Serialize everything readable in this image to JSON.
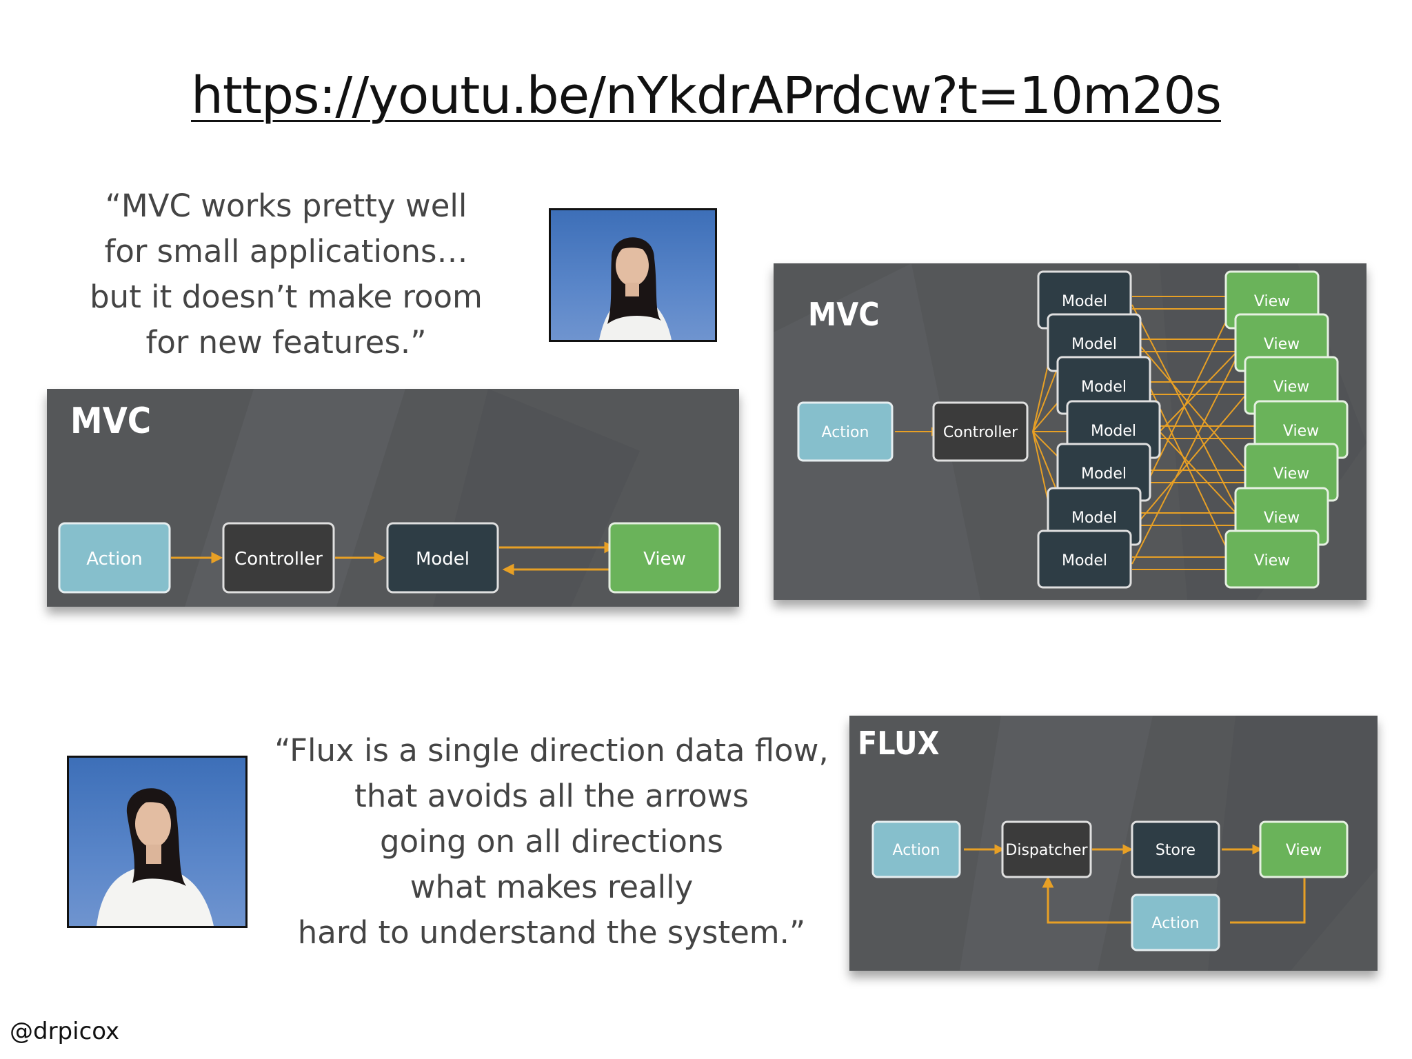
{
  "link": "https://youtu.be/nYkdrAPrdcw?t=10m20s",
  "quote1": {
    "lines": [
      "“MVC works pretty well",
      "for small applications…",
      "but it doesn’t make room",
      "for new features.”"
    ]
  },
  "quote2": {
    "lines": [
      "“Flux is a single direction data flow,",
      "that avoids all the arrows",
      "going on all directions",
      "what makes really",
      "hard to understand the system.”"
    ]
  },
  "mvc_simple": {
    "title": "MVC",
    "nodes": {
      "action": "Action",
      "controller": "Controller",
      "model": "Model",
      "view": "View"
    }
  },
  "mvc_complex": {
    "title": "MVC",
    "action": "Action",
    "controller": "Controller",
    "models": [
      "Model",
      "Model",
      "Model",
      "Model",
      "Model",
      "Model",
      "Model"
    ],
    "views": [
      "View",
      "View",
      "View",
      "View",
      "View",
      "View",
      "View"
    ]
  },
  "flux": {
    "title": "FLUX",
    "nodes": {
      "action": "Action",
      "dispatcher": "Dispatcher",
      "store": "Store",
      "view": "View",
      "action2": "Action"
    }
  },
  "handle": "@drpicox",
  "colors": {
    "panel": "#555759",
    "action": "#86bfcc",
    "controller": "#3b3b3b",
    "model": "#2e3d45",
    "view": "#6ab35a",
    "arrow": "#e8a025"
  }
}
